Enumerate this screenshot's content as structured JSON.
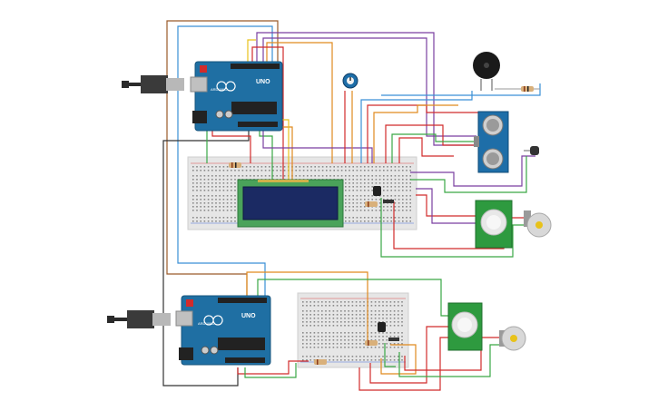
{
  "board_top": {
    "brand_logo": "UNO",
    "model_text": "ARDUINO"
  },
  "board_bottom": {
    "brand_logo": "UNO",
    "model_text": "ARDUINO"
  },
  "colors": {
    "board_blue": "#1f6fa3",
    "board_dark": "#17547d",
    "breadboard": "#e6e6e6",
    "lcd_green": "#4aa35a",
    "lcd_screen": "#1b2a63",
    "pcb_green": "#2e9a3f",
    "sonar_blue": "#1e6ea8",
    "wire_red": "#d12b2b",
    "wire_orange": "#e08a1e",
    "wire_purple": "#7a3fa0",
    "wire_blue": "#3a8fd6",
    "wire_green": "#3aa845",
    "wire_brown": "#9a5a2a",
    "wire_black": "#333333",
    "wire_yellow": "#e8c21a",
    "wire_gray": "#8a8a8a"
  },
  "icons": {
    "usb_top": "usb-cable-icon",
    "usb_bottom": "usb-cable-icon",
    "buzzer": "piezo-buzzer-icon",
    "potentiometer": "potentiometer-icon",
    "ultrasonic": "ultrasonic-sensor-icon",
    "pir_top": "pir-sensor-icon",
    "pir_bottom": "pir-sensor-icon",
    "motor_top": "dc-motor-icon",
    "motor_bottom": "dc-motor-icon",
    "photoresistor": "photoresistor-icon"
  }
}
